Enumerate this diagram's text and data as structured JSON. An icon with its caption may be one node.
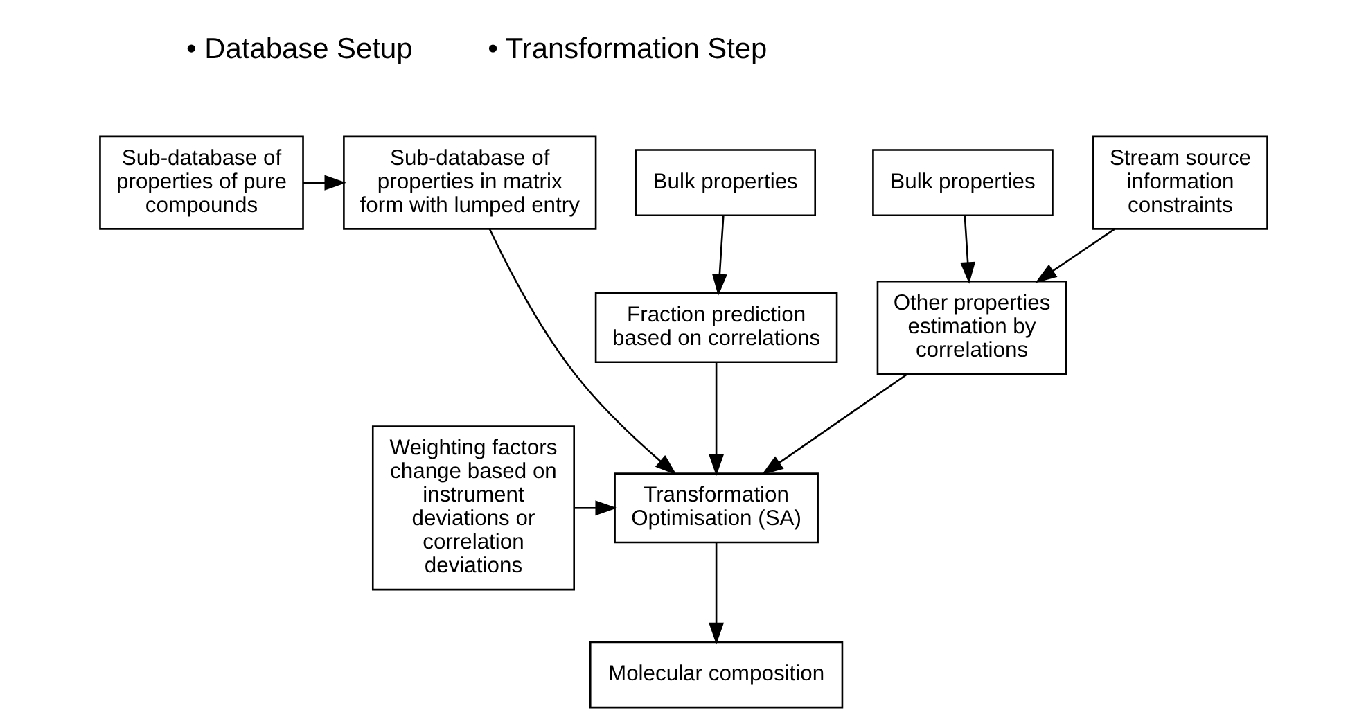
{
  "diagram": {
    "nodes": [
      {
        "text": [
          "Sub-database of properties of pure compounds"
        ]
      },
      {
        "text": [
          "Sub-database of properties in matrix form with lumped entry"
        ]
      },
      {
        "text": [
          "Bulk properties"
        ]
      },
      {
        "text": [
          "Bulk properties"
        ]
      },
      {
        "text": [
          "Stream source information constraints"
        ]
      },
      {
        "text": [
          "Fraction prediction based on correlations"
        ]
      },
      {
        "text": [
          "Other properties estimation by correlations"
        ]
      },
      {
        "text": [
          "Weighting factors change based on instrument deviations or correlation deviations"
        ]
      },
      {
        "text": [
          "Transformation Optimisation (SA)"
        ]
      },
      {
        "text": [
          "Molecular composition"
        ]
      }
    ],
    "edges": [
      {
        "from": 0,
        "to": 1,
        "arrow": "to"
      },
      {
        "from": 2,
        "to": 5,
        "arrow": "to"
      },
      {
        "from": 3,
        "to": 6,
        "arrow": "to"
      },
      {
        "from": 4,
        "to": 6,
        "arrow": "to"
      },
      {
        "from": 5,
        "to": 8,
        "arrow": "to"
      },
      {
        "from": 6,
        "to": 8,
        "arrow": "to"
      },
      {
        "from": 1,
        "to": 8,
        "arrow": "to"
      },
      {
        "from": 7,
        "to": 8,
        "arrow": "to"
      },
      {
        "from": 8,
        "to": 9,
        "arrow": "to"
      }
    ],
    "labels": [
      "• Database Setup",
      "• Transformation Step"
    ]
  }
}
